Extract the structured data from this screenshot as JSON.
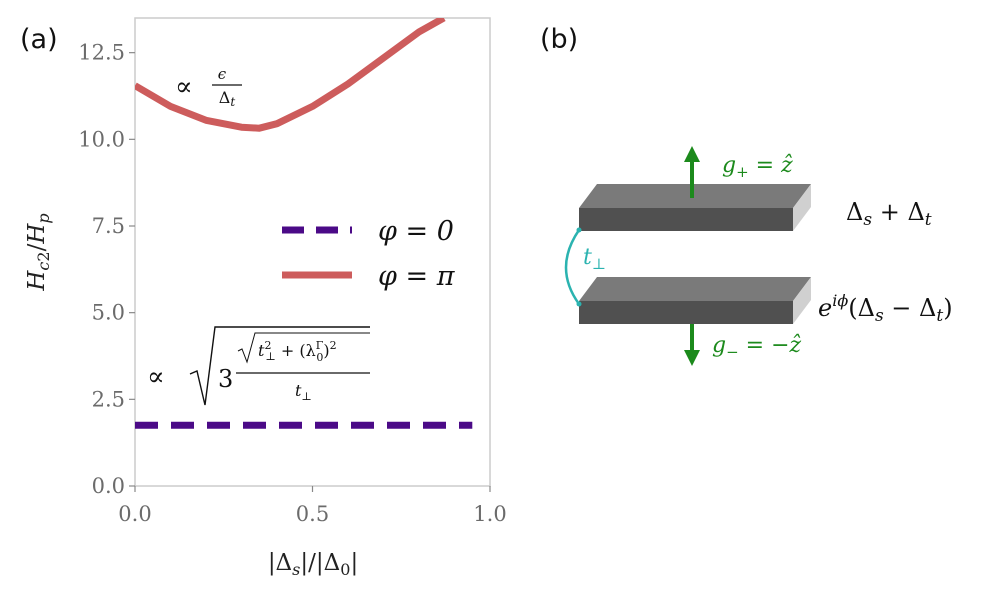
{
  "panel_a_label": "(a)",
  "panel_b_label": "(b)",
  "chart_data": {
    "type": "line",
    "xlabel": "|Δs|/|Δ0|",
    "ylabel": "Hc2/Hp",
    "xlim": [
      0,
      1.0
    ],
    "ylim": [
      0,
      13.5
    ],
    "xticks": [
      "0.0",
      "0.5",
      "1.0"
    ],
    "yticks": [
      "0.0",
      "2.5",
      "5.0",
      "7.5",
      "10.0",
      "12.5"
    ],
    "grid": false,
    "legend_position": "center-right",
    "series": [
      {
        "name": "φ = 0",
        "style": "dashed",
        "color": "#4b0a87",
        "x": [
          0.0,
          0.95
        ],
        "y": [
          1.75,
          1.75
        ]
      },
      {
        "name": "φ = π",
        "style": "solid",
        "color": "#cd5c5c",
        "x": [
          0.0,
          0.1,
          0.2,
          0.3,
          0.35,
          0.4,
          0.5,
          0.6,
          0.7,
          0.8,
          0.87
        ],
        "y": [
          11.55,
          10.95,
          10.55,
          10.35,
          10.32,
          10.45,
          10.95,
          11.6,
          12.35,
          13.1,
          13.5
        ]
      }
    ],
    "annotations": {
      "red": "∝ ε/Δt",
      "purple": "∝ √(3 √(t⊥² + (λ0Γ)²) / t⊥)"
    }
  },
  "diagram": {
    "top_spin": "g+ = ẑ",
    "bottom_spin": "g− = −ẑ",
    "tunneling": "t⊥",
    "top_gap": "Δs + Δt",
    "bottom_gap": "e^{iφ}(Δs − Δt)"
  },
  "colors": {
    "dashed_series": "#4b0a87",
    "solid_series": "#cd5c5c",
    "spin_arrow": "#1c8a1c",
    "tunnel": "#2bb3b0",
    "slab_front": "#505050",
    "slab_top": "#7a7a7a",
    "slab_side": "#d0d0d0"
  }
}
